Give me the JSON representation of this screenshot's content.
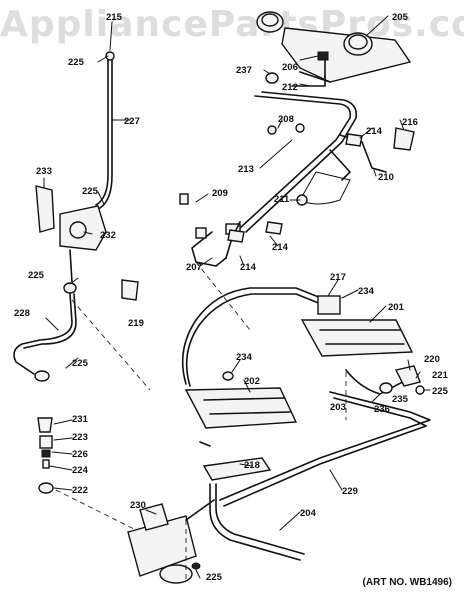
{
  "watermark": "AppliancePartsPros.com",
  "art_number": "(ART NO. WB1496)",
  "parts": {
    "p201": "201",
    "p202": "202",
    "p203": "203",
    "p204": "204",
    "p205": "205",
    "p206": "206",
    "p207": "207",
    "p208": "208",
    "p209": "209",
    "p210": "210",
    "p211": "211",
    "p212": "212",
    "p213": "213",
    "p214a": "214",
    "p214b": "214",
    "p214c": "214",
    "p215": "215",
    "p216": "216",
    "p217": "217",
    "p218": "218",
    "p219": "219",
    "p220": "220",
    "p221": "221",
    "p222": "222",
    "p223": "223",
    "p224": "224",
    "p225a": "225",
    "p225b": "225",
    "p225c": "225",
    "p225d": "225",
    "p225e": "225",
    "p225f": "225",
    "p226": "226",
    "p227": "227",
    "p228": "228",
    "p229": "229",
    "p230": "230",
    "p231": "231",
    "p232": "232",
    "p233": "233",
    "p234a": "234",
    "p234b": "234",
    "p235": "235",
    "p236": "236",
    "p237": "237"
  }
}
